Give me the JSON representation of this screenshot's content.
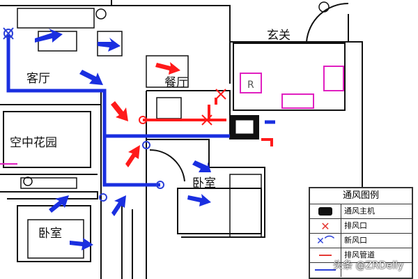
{
  "rooms": {
    "living": "客厅",
    "dining": "餐厅",
    "entrance": "玄关",
    "garden": "空中花园",
    "bedroom_right": "卧室",
    "bedroom_left": "卧室",
    "fridge": "R"
  },
  "legend": {
    "title": "通风图例",
    "items": [
      {
        "symbol": "ventilation-unit-icon",
        "label": "通风主机"
      },
      {
        "symbol": "exhaust-vent-icon",
        "label": "排风口",
        "color": "#e53935"
      },
      {
        "symbol": "fresh-air-vent-icon",
        "label": "新风口",
        "color": "#2a3fd8"
      },
      {
        "symbol": "exhaust-duct-line",
        "label": "排风管道",
        "color": "#e53935"
      }
    ]
  },
  "colors": {
    "fresh_air": "#1a2fe0",
    "exhaust": "#ff1a1a",
    "wall": "#111111",
    "kitchen": "#e020c0"
  },
  "watermark": "头条 @ZRDelly"
}
